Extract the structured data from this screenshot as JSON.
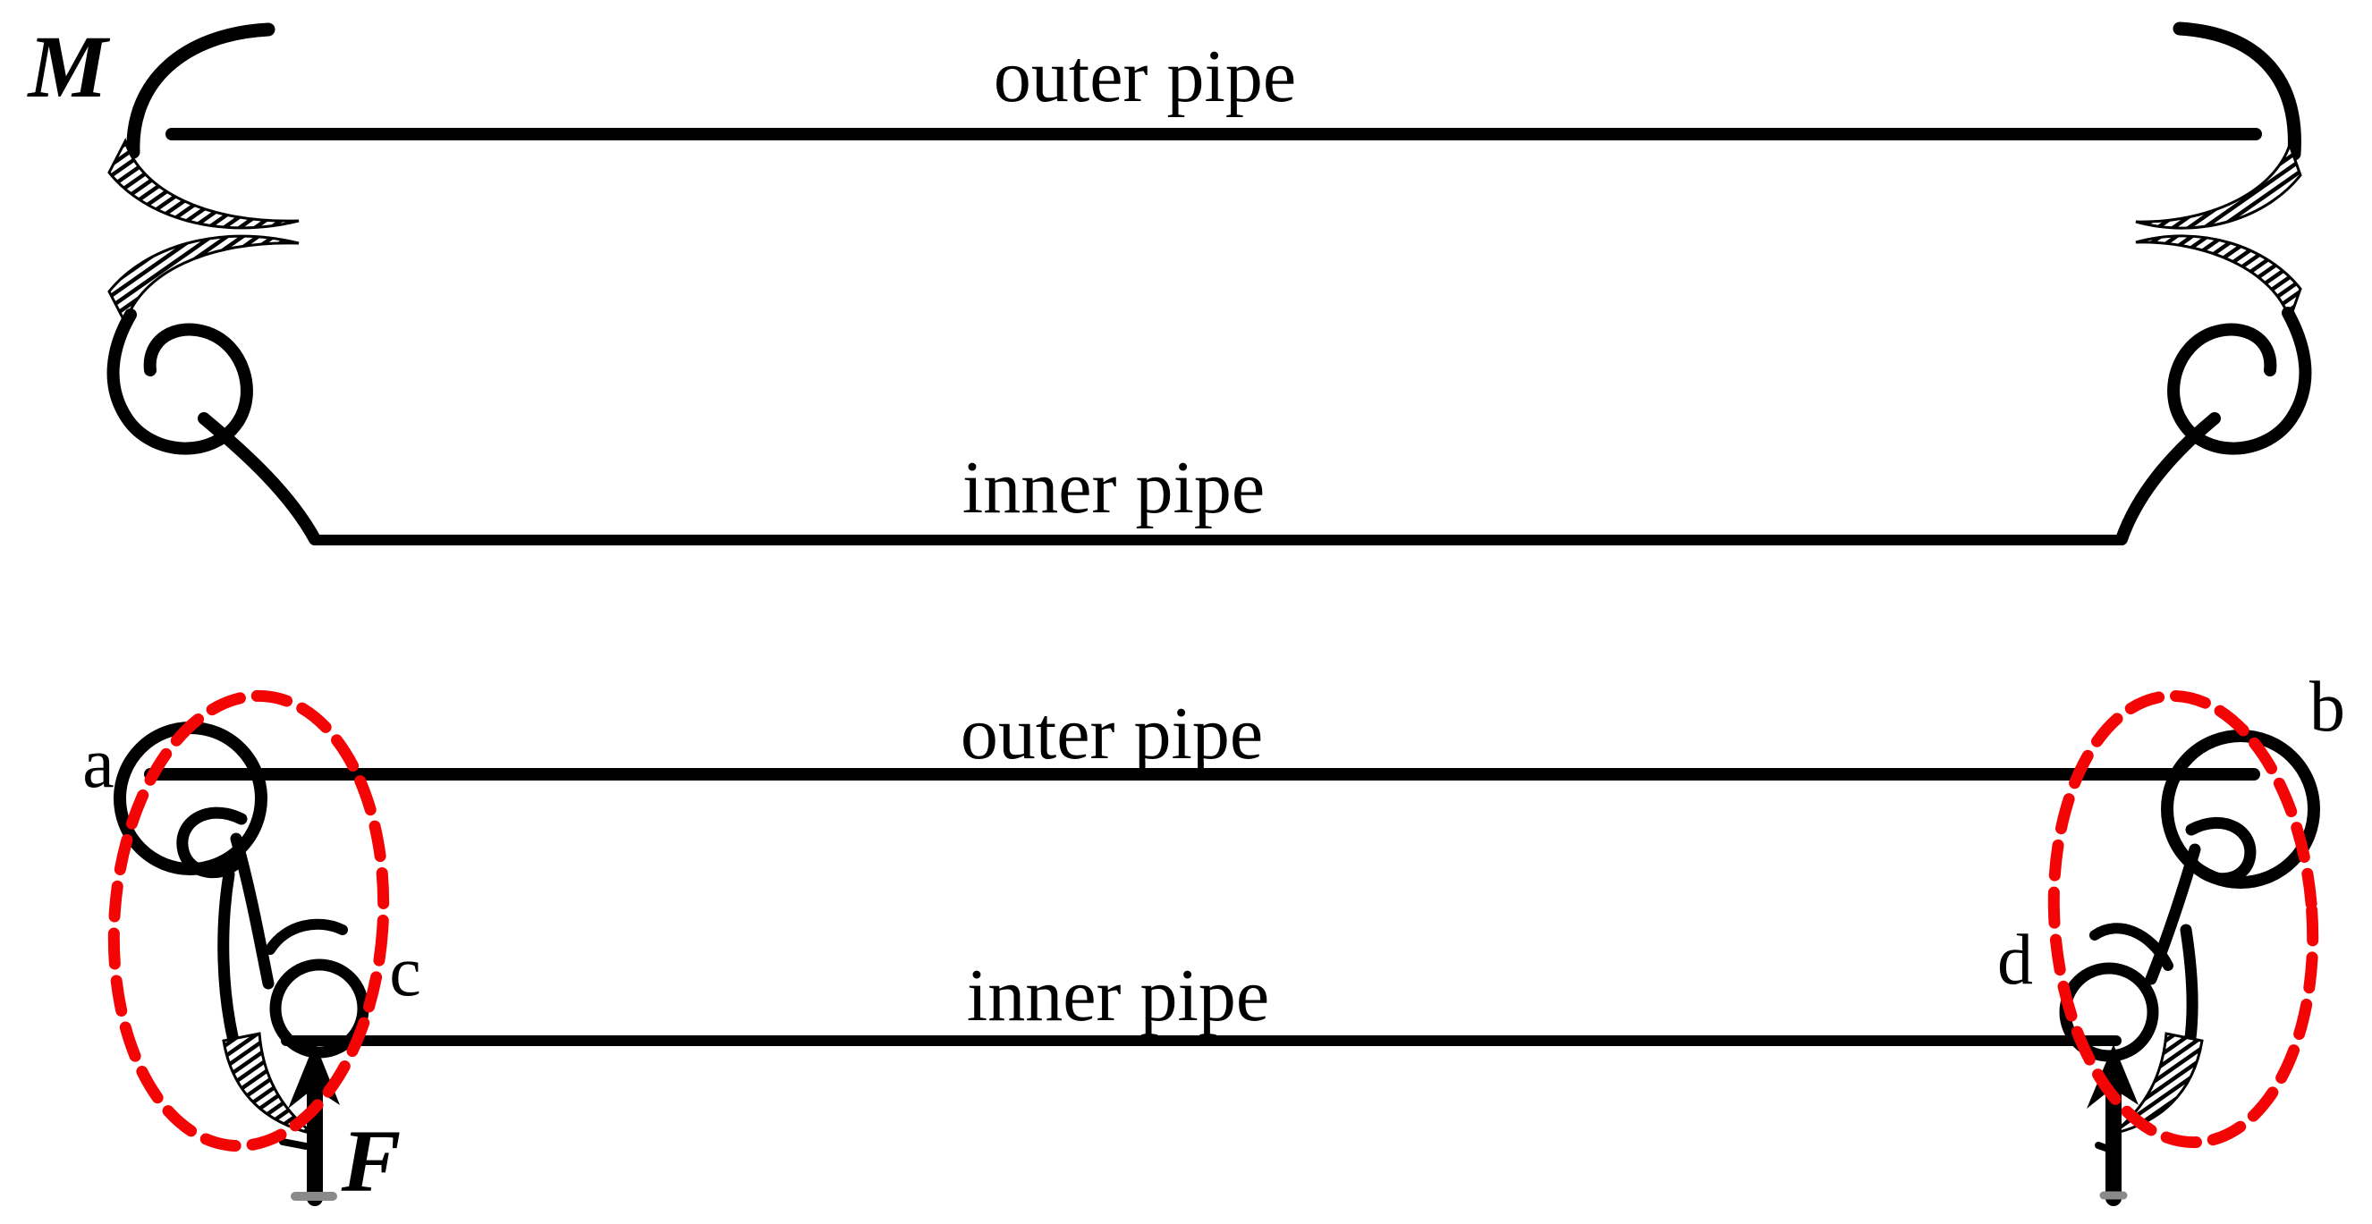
{
  "figure": {
    "top": {
      "moment_label": "M",
      "outer_pipe_label": "outer pipe",
      "inner_pipe_label": "inner pipe"
    },
    "bottom": {
      "outer_pipe_label": "outer pipe",
      "inner_pipe_label": "inner pipe",
      "force_label": "F",
      "label_a": "a",
      "label_b": "b",
      "label_c": "c",
      "label_d": "d"
    },
    "colors": {
      "ink": "#000000",
      "highlight": "#f40505",
      "muted": "#8a8a8a",
      "background": "#ffffff"
    }
  }
}
